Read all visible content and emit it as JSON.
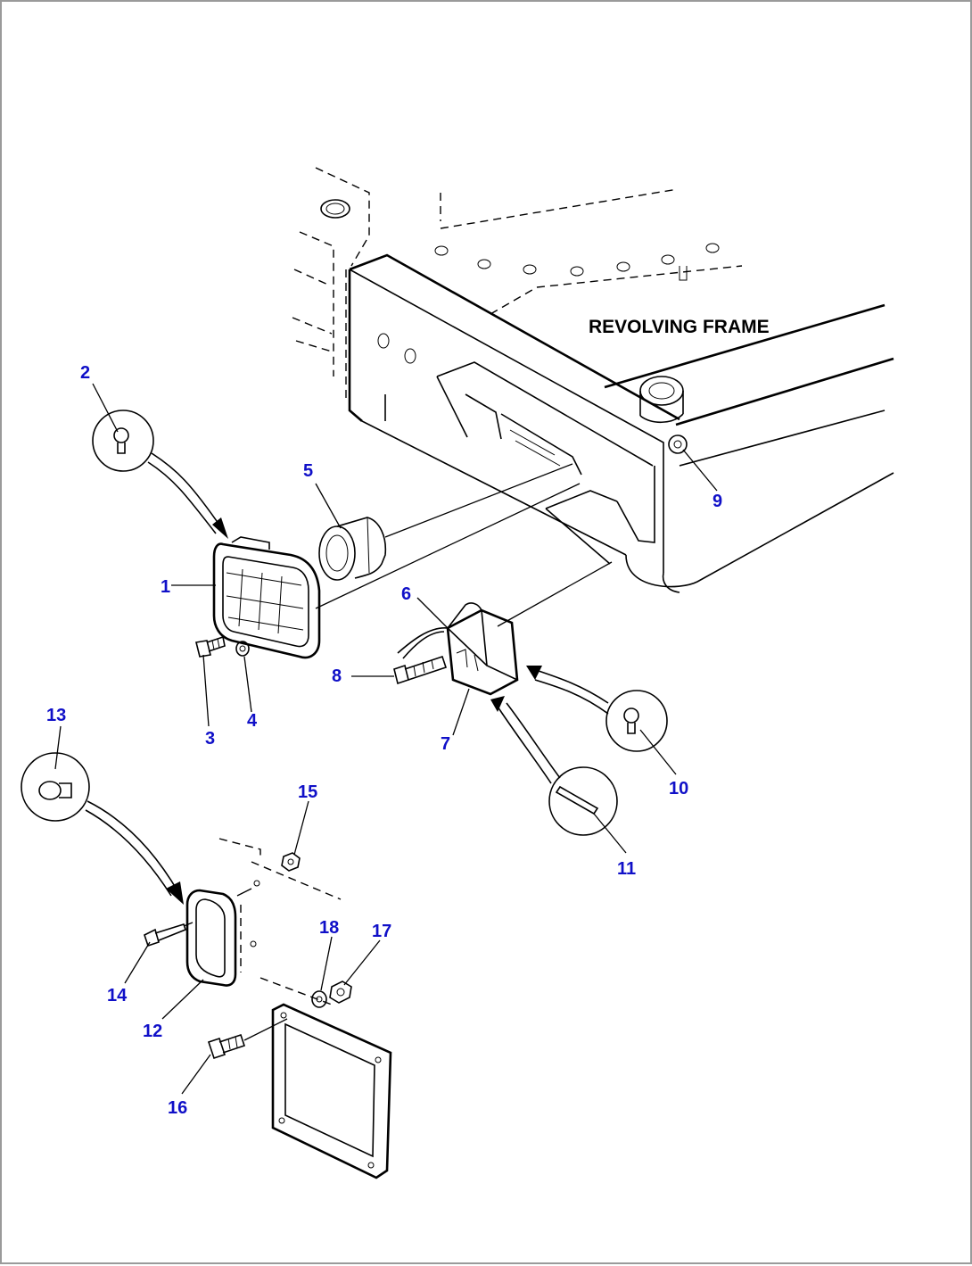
{
  "diagram": {
    "frame_label": "REVOLVING FRAME",
    "callouts": [
      "1",
      "2",
      "3",
      "4",
      "5",
      "6",
      "7",
      "8",
      "9",
      "10",
      "11",
      "12",
      "13",
      "14",
      "15",
      "16",
      "17",
      "18"
    ]
  },
  "colors": {
    "callout": "#1010c8",
    "line": "#000000",
    "border": "#9a9a9a"
  }
}
